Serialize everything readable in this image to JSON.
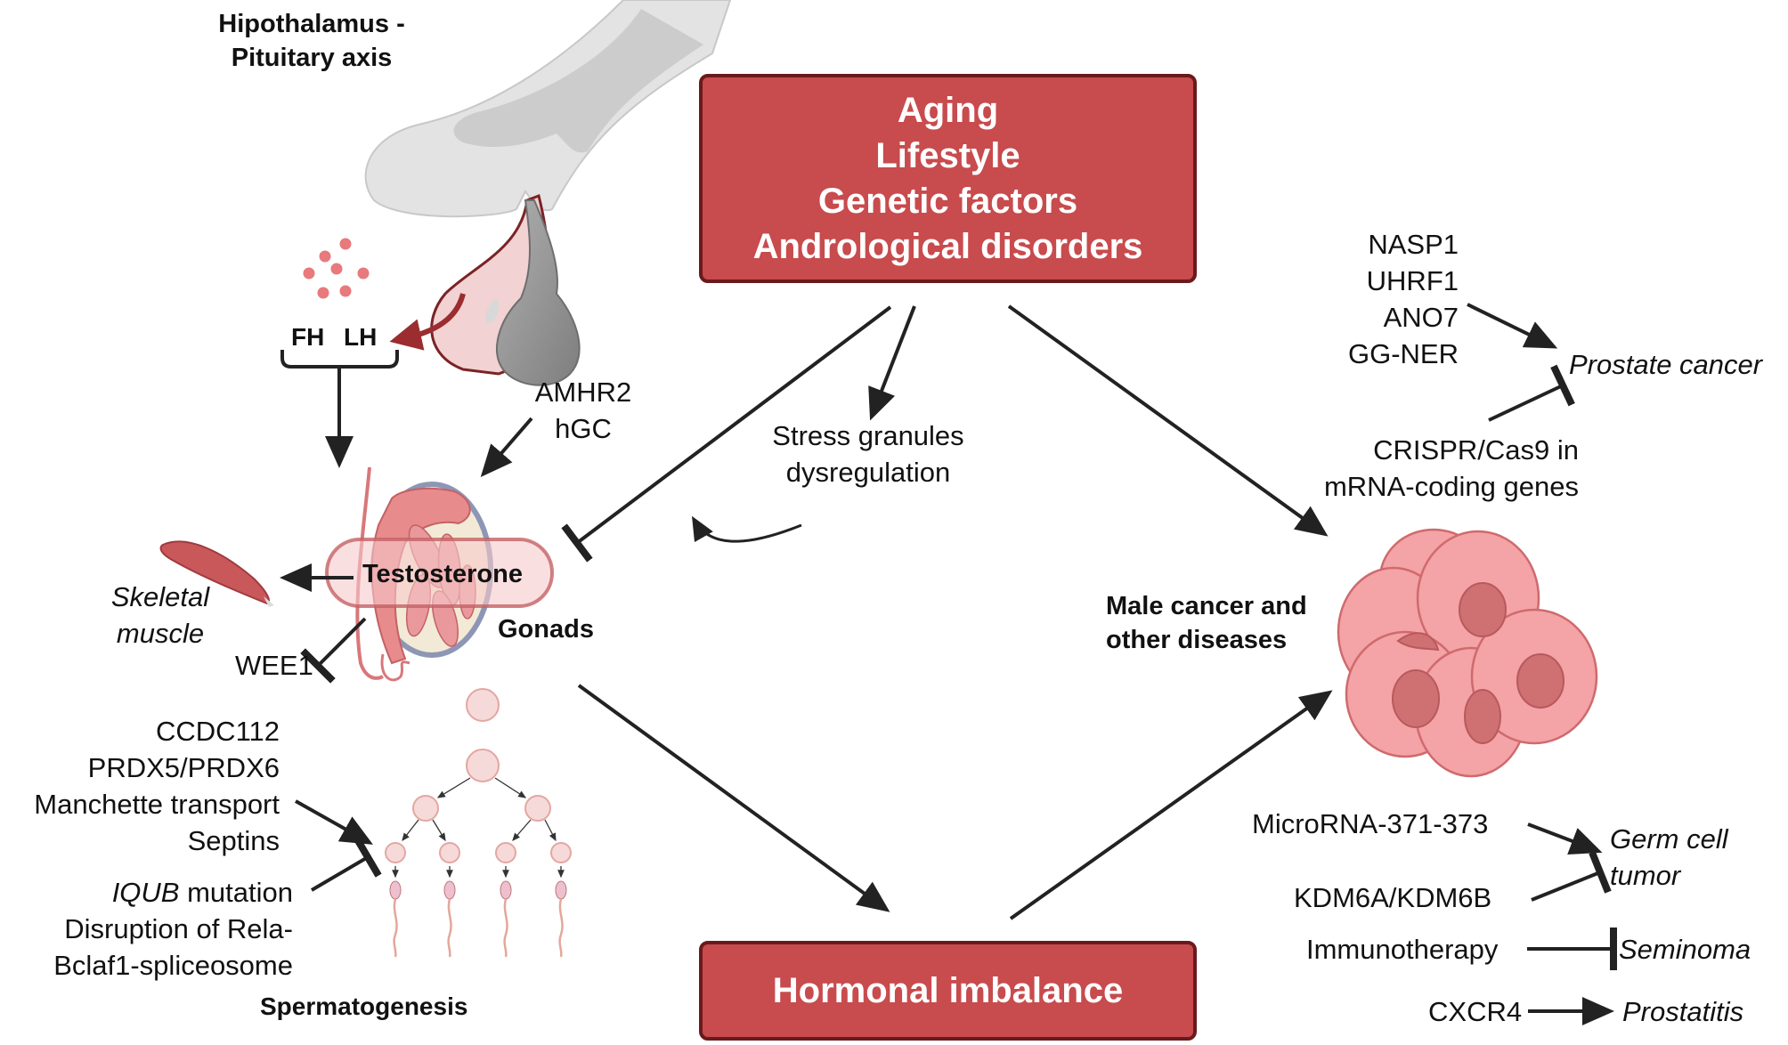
{
  "colors": {
    "box_fill": "#c84b4d",
    "box_border": "#6a1a1c",
    "arrow": "#222222",
    "tissue_pink": "#f4a3a6",
    "tissue_dark": "#cf7072",
    "pituitary_grey": "#9a9a9a",
    "hormone_dot": "#e8797c",
    "hormone_arrow": "#9b2c30"
  },
  "top_box": {
    "lines": [
      "Aging",
      "Lifestyle",
      "Genetic factors",
      "Andrological disorders"
    ]
  },
  "bottom_box": {
    "label": "Hormonal imbalance"
  },
  "hpa": {
    "title_line1": "Hipothalamus -",
    "title_line2": "Pituitary axis",
    "hormones": [
      "FH",
      "LH"
    ]
  },
  "gonads": {
    "label": "Gonads",
    "hormone": "Testosterone",
    "activators": [
      "AMHR2",
      "hGC"
    ],
    "inhibited": "WEE1",
    "target_line1": "Skeletal",
    "target_line2": "muscle"
  },
  "stress": {
    "line1": "Stress granules",
    "line2": "dysregulation"
  },
  "spermatogenesis": {
    "label": "Spermatogenesis",
    "activators": [
      "CCDC112",
      "PRDX5/PRDX6",
      "Manchette transport",
      "Septins"
    ],
    "inhibitors_italic_prefix": "IQUB",
    "inhibitors_first_rest": " mutation",
    "inhibitors": [
      "Disruption of Rela-",
      "Bclaf1-spliceosome"
    ]
  },
  "cancer": {
    "label_line1": "Male cancer and",
    "label_line2": "other diseases"
  },
  "prostate": {
    "target": "Prostate cancer",
    "activators": [
      "NASP1",
      "UHRF1",
      "ANO7",
      "GG-NER"
    ],
    "inhibitor_line1": "CRISPR/Cas9 in",
    "inhibitor_line2": "mRNA-coding genes"
  },
  "germ_cell": {
    "target_line1": "Germ cell",
    "target_line2": "tumor",
    "activator": "MicroRNA-371-373",
    "inhibitor": "KDM6A/KDM6B"
  },
  "seminoma": {
    "source": "Immunotherapy",
    "target": "Seminoma"
  },
  "prostatitis": {
    "source": "CXCR4",
    "target": "Prostatitis"
  }
}
